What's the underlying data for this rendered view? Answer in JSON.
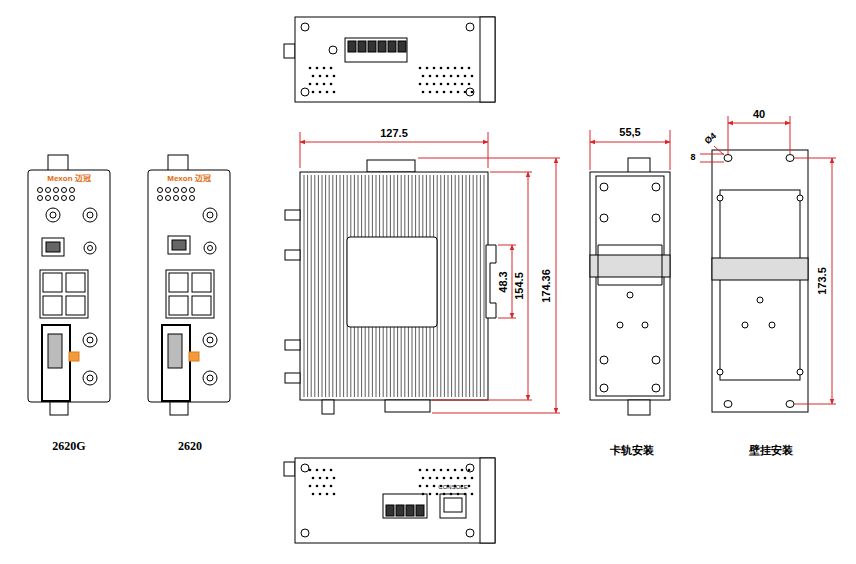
{
  "diagram": {
    "labels": [
      "Mexon 迈冠",
      "Mexon 迈冠",
      "2620G",
      "2620",
      "127.5",
      "48.3",
      "154.5",
      "174.36",
      "55,5",
      "Ø4",
      "8",
      "40",
      "173.5",
      "卡轨安装",
      "壁挂安装",
      "CONSOLE"
    ]
  }
}
